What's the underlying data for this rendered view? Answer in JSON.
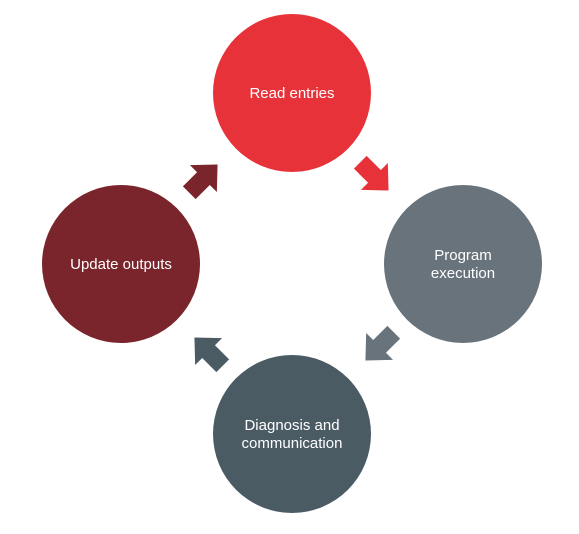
{
  "diagram": {
    "type": "cycle",
    "nodes": [
      {
        "id": "read",
        "label_lines": [
          "Read entries"
        ],
        "color": "#e8323a"
      },
      {
        "id": "exec",
        "label_lines": [
          "Program",
          "execution"
        ],
        "color": "#69737b"
      },
      {
        "id": "diag",
        "label_lines": [
          "Diagnosis and",
          "communication"
        ],
        "color": "#4b5b64"
      },
      {
        "id": "update",
        "label_lines": [
          "Update outputs"
        ],
        "color": "#7a242b"
      }
    ],
    "arrows": [
      {
        "from": "read",
        "to": "exec",
        "color": "#e8323a"
      },
      {
        "from": "exec",
        "to": "diag",
        "color": "#69737b"
      },
      {
        "from": "diag",
        "to": "update",
        "color": "#4b5b64"
      },
      {
        "from": "update",
        "to": "read",
        "color": "#7a242b"
      }
    ]
  }
}
